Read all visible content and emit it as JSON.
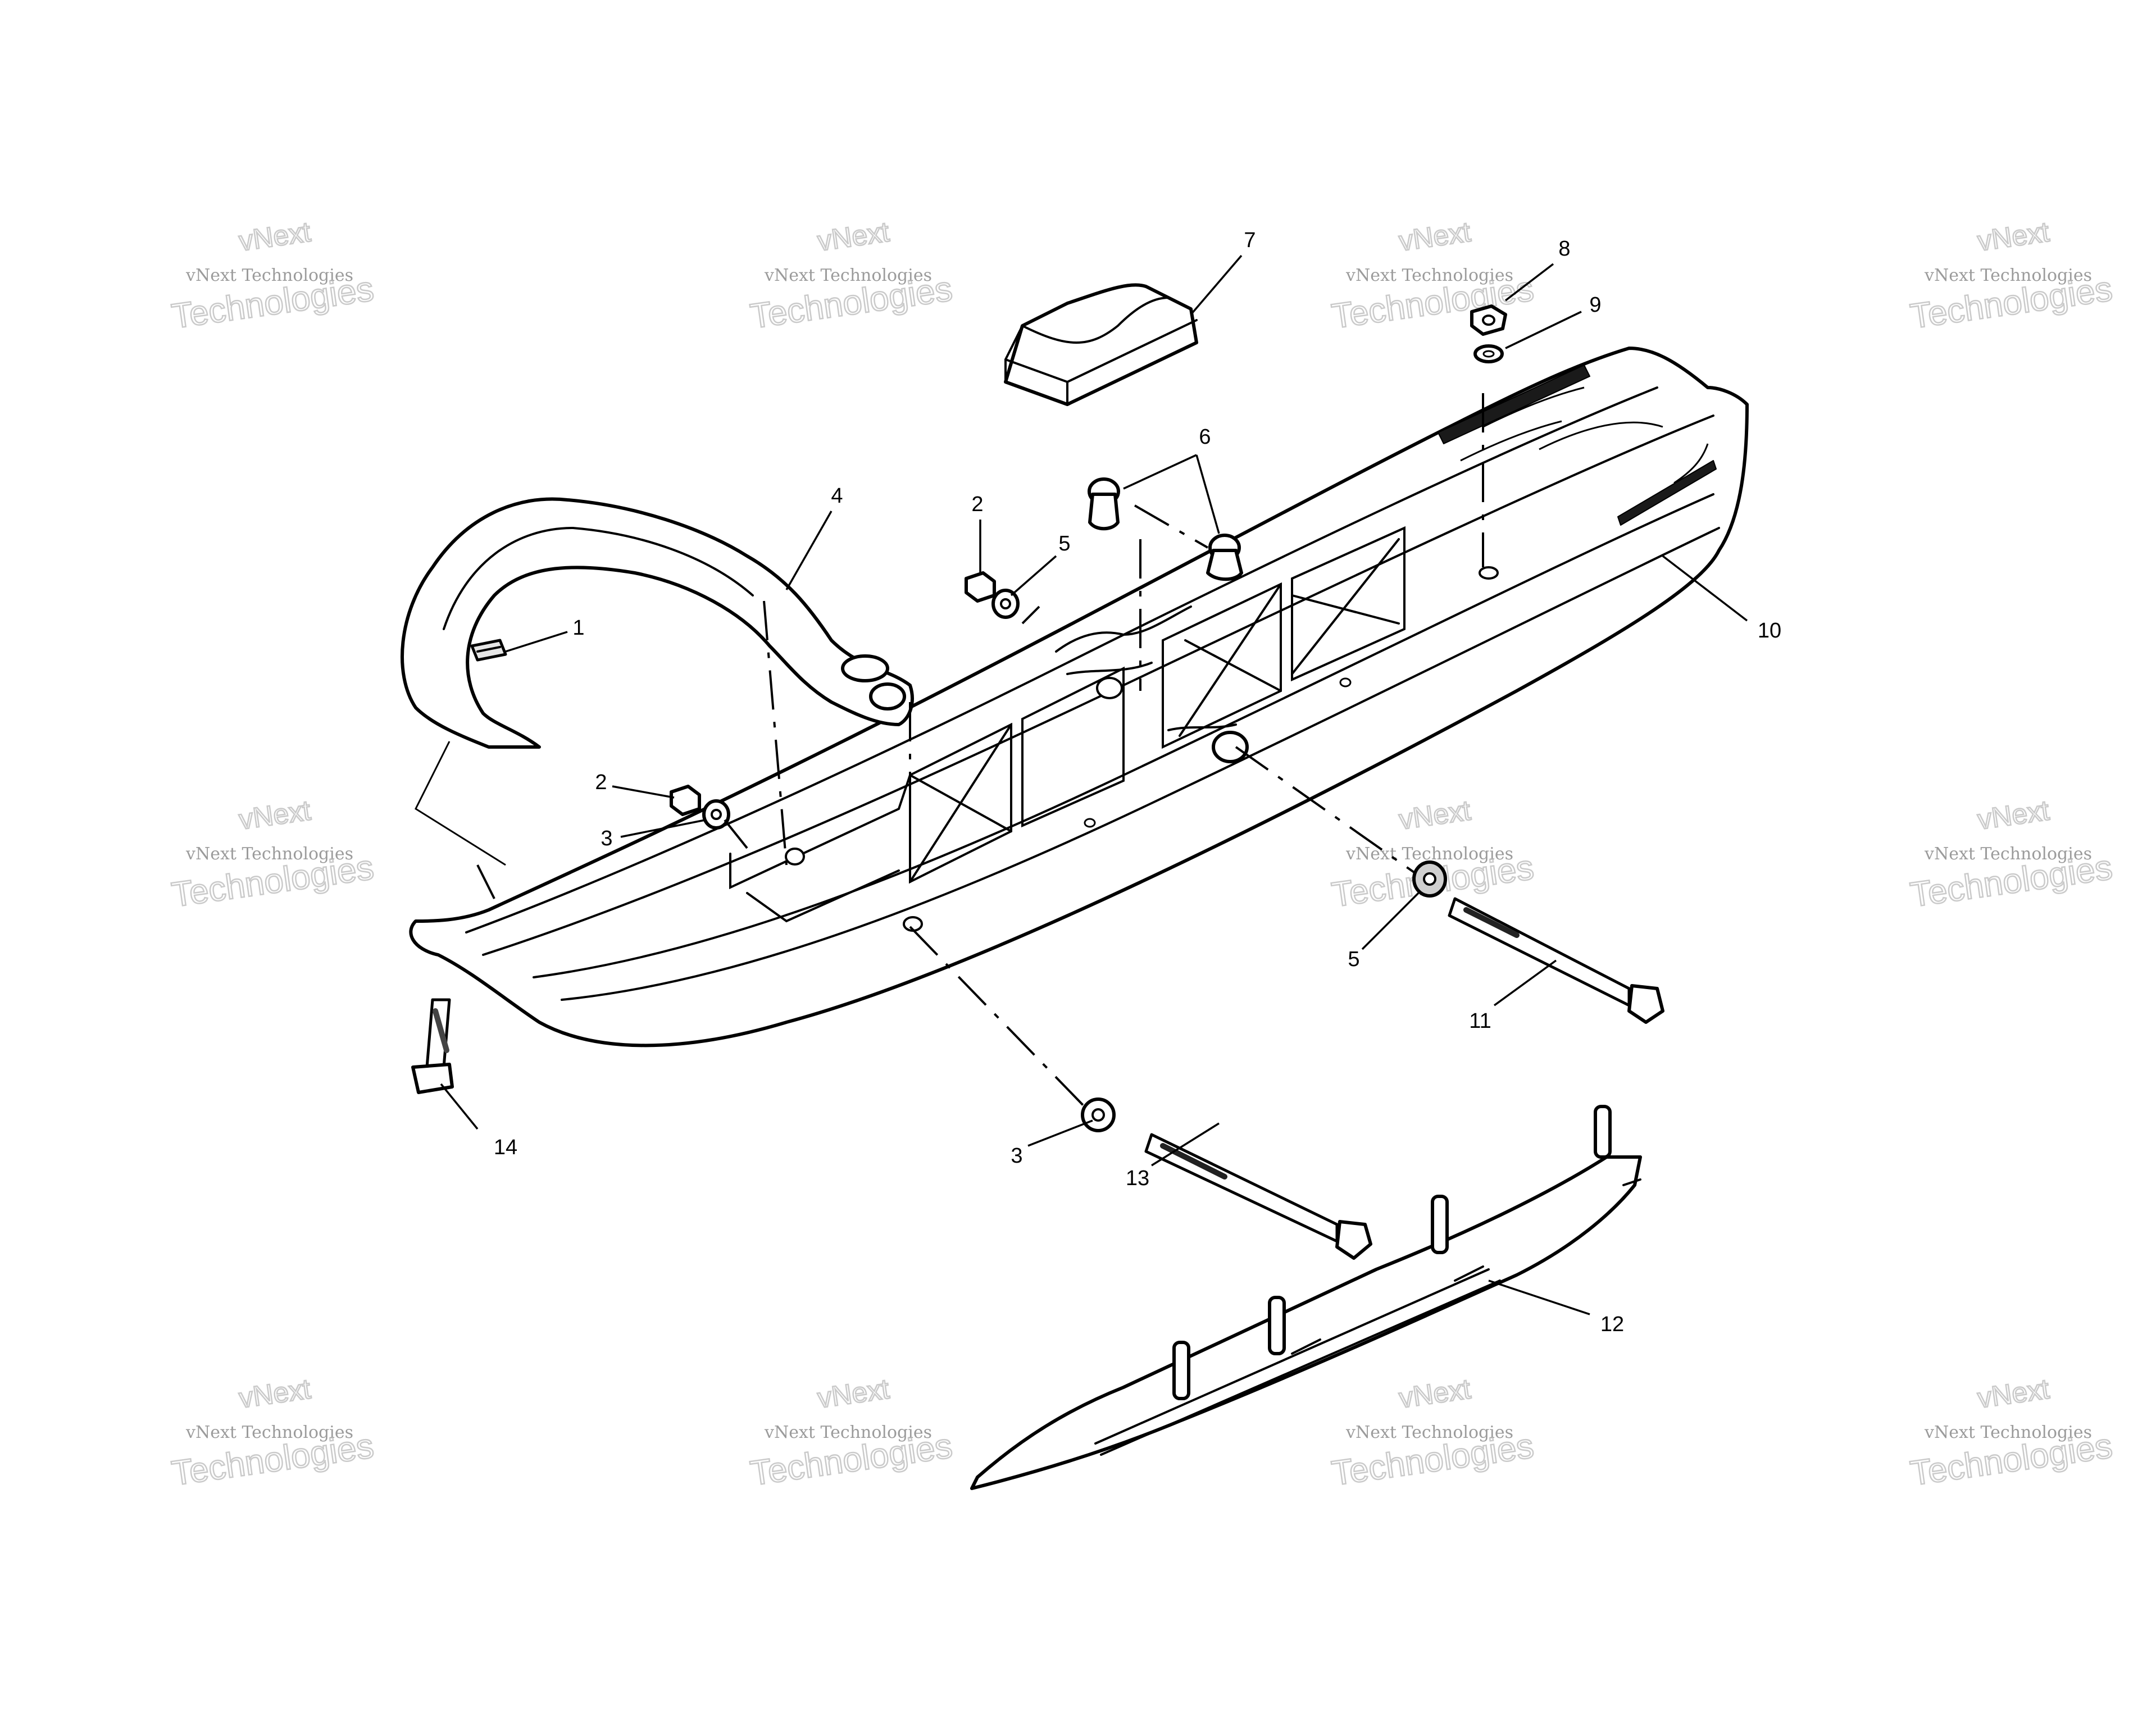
{
  "diagram": {
    "callouts": [
      {
        "id": "1",
        "label": "1"
      },
      {
        "id": "2a",
        "label": "2"
      },
      {
        "id": "2b",
        "label": "2"
      },
      {
        "id": "3a",
        "label": "3"
      },
      {
        "id": "3b",
        "label": "3"
      },
      {
        "id": "4",
        "label": "4"
      },
      {
        "id": "5a",
        "label": "5"
      },
      {
        "id": "5b",
        "label": "5"
      },
      {
        "id": "6",
        "label": "6"
      },
      {
        "id": "7",
        "label": "7"
      },
      {
        "id": "8",
        "label": "8"
      },
      {
        "id": "9",
        "label": "9"
      },
      {
        "id": "10",
        "label": "10"
      },
      {
        "id": "11",
        "label": "11"
      },
      {
        "id": "12",
        "label": "12"
      },
      {
        "id": "13",
        "label": "13"
      },
      {
        "id": "14",
        "label": "14"
      }
    ]
  },
  "watermark": {
    "top_word": "vNext",
    "line_small": "vNext Technologies",
    "line_big": "Technologies",
    "color": "#b5b5b5"
  }
}
